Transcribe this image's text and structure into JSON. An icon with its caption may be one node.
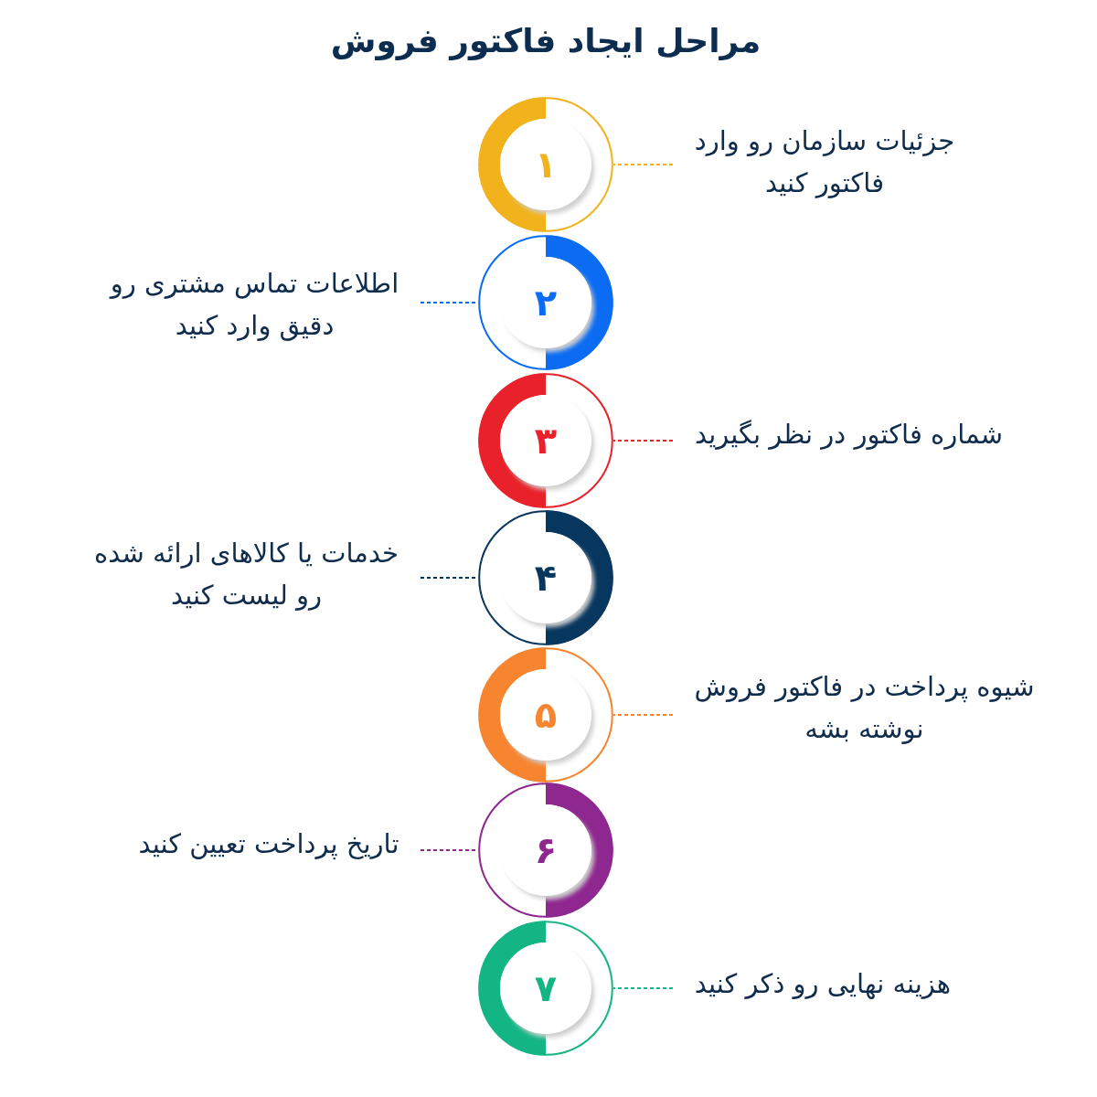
{
  "diagram": {
    "title": "مراحل ایجاد فاکتور فروش",
    "nodes": [
      {
        "text": [
          "۱"
        ]
      },
      {
        "text": [
          "جزئیات سازمان رو وارد فاکتور کنید"
        ]
      },
      {
        "text": [
          "۲"
        ]
      },
      {
        "text": [
          "اطلاعات تماس مشتری رو دقیق وارد کنید"
        ]
      },
      {
        "text": [
          "۳"
        ]
      },
      {
        "text": [
          "شماره فاکتور در نظر بگیرید"
        ]
      },
      {
        "text": [
          "۴"
        ]
      },
      {
        "text": [
          "خدمات یا کالاهای ارائه شده رو لیست کنید"
        ]
      },
      {
        "text": [
          "۵"
        ]
      },
      {
        "text": [
          "شیوه پرداخت در فاکتور فروش نوشته بشه"
        ]
      },
      {
        "text": [
          "۶"
        ]
      },
      {
        "text": [
          "تاریخ پرداخت تعیین کنید"
        ]
      },
      {
        "text": [
          "۷"
        ]
      },
      {
        "text": [
          "هزینه نهایی رو ذکر کنید"
        ]
      }
    ],
    "edges": [
      {
        "from": 1,
        "to": 0,
        "arrow": "none",
        "style": "dashed",
        "color": "#f1b21c"
      },
      {
        "from": 3,
        "to": 2,
        "arrow": "none",
        "style": "dashed",
        "color": "#0b6cf3"
      },
      {
        "from": 5,
        "to": 4,
        "arrow": "none",
        "style": "dashed",
        "color": "#e8212a"
      },
      {
        "from": 7,
        "to": 6,
        "arrow": "none",
        "style": "dashed",
        "color": "#07365e"
      },
      {
        "from": 9,
        "to": 8,
        "arrow": "none",
        "style": "dashed",
        "color": "#f7842f"
      },
      {
        "from": 11,
        "to": 10,
        "arrow": "none",
        "style": "dashed",
        "color": "#8e278f"
      },
      {
        "from": 13,
        "to": 12,
        "arrow": "none",
        "style": "dashed",
        "color": "#13b584"
      }
    ]
  }
}
